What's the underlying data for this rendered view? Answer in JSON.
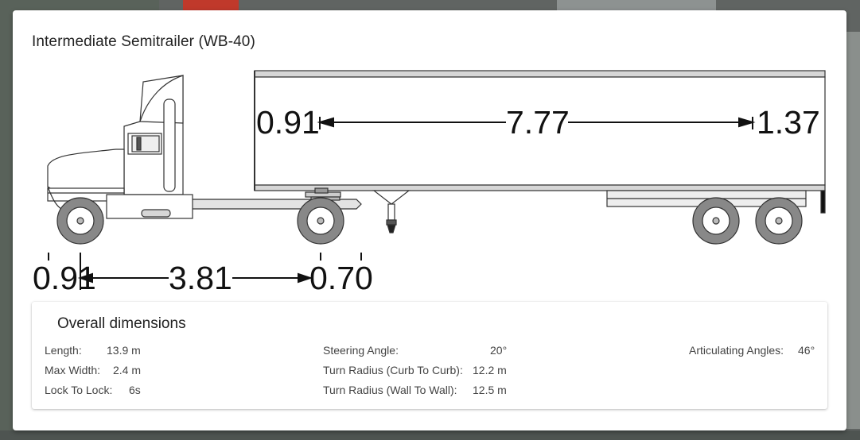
{
  "card": {
    "title": "Intermediate Semitrailer (WB-40)"
  },
  "diagram": {
    "trailer_dimensions": {
      "front_overhang": "0.91",
      "wheelbase": "7.77",
      "rear_overhang": "1.37"
    },
    "tractor_dimensions": {
      "front_overhang": "0.91",
      "wheelbase": "3.81",
      "kingpin_offset": "0.70"
    }
  },
  "overall": {
    "heading": "Overall dimensions",
    "length": {
      "label": "Length:",
      "value": "13.9 m"
    },
    "max_width": {
      "label": "Max Width:",
      "value": "2.4 m"
    },
    "lock_to_lock": {
      "label": "Lock To Lock:",
      "value": "6s"
    },
    "steering_angle": {
      "label": "Steering Angle:",
      "value": "20°"
    },
    "turn_radius_curb": {
      "label": "Turn Radius (Curb To Curb):",
      "value": "12.2 m"
    },
    "turn_radius_wall": {
      "label": "Turn Radius (Wall To Wall):",
      "value": "12.5 m"
    },
    "articulating": {
      "label": "Articulating Angles:",
      "value": "46°"
    }
  },
  "colors": {
    "wheel": "#888888",
    "body_fill": "#ffffff",
    "line": "#222222",
    "accent_gray": "#d9d9d9"
  }
}
